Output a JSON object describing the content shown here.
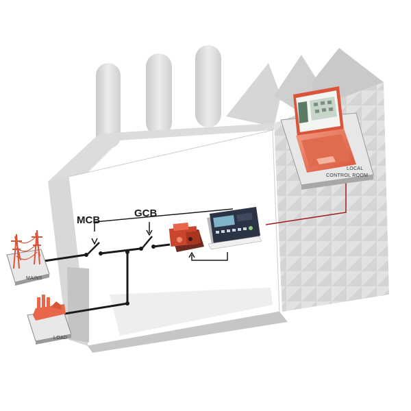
{
  "labels": {
    "mcb": "MCB",
    "gcb": "GCB",
    "mains": "MAINS",
    "load": "LOAD",
    "control_room_line1": "LOCAL",
    "control_room_line2": "CONTROL ROOM"
  },
  "icons": {
    "mains": "power-pylon-icon",
    "load": "factory-load-icon",
    "generator": "genset-icon",
    "controller": "genset-controller-icon",
    "computer": "laptop-icon"
  },
  "colors": {
    "building_light": "#f2f2f2",
    "building_mid": "#d9d9d9",
    "building_dark": "#b8b8b8",
    "wiring": "#1a1a1a",
    "comm_link": "#9b1b1b",
    "equipment_orange": "#e8664a",
    "controller_panel": "#2b3445"
  }
}
